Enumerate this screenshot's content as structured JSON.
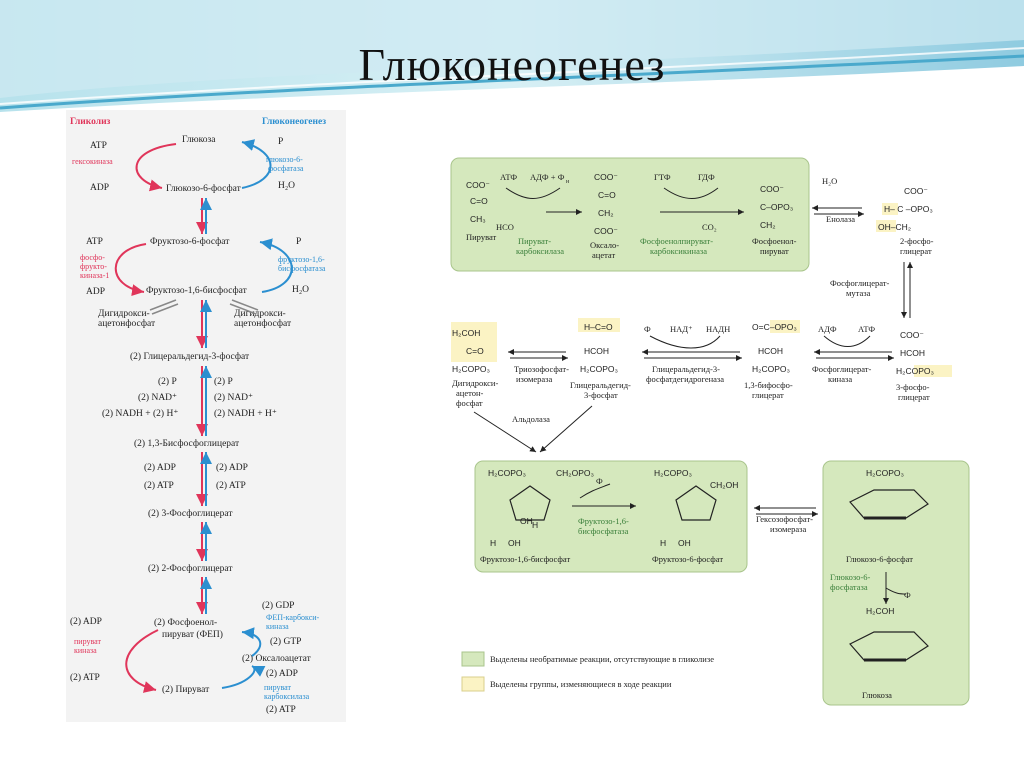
{
  "slide": {
    "title": "Глюконеогенез"
  },
  "left_scheme": {
    "header_glycolysis": "Гликолиз",
    "header_gluconeogenesis": "Глюконеогенез",
    "glucose": "Глюкоза",
    "glucose6p": "Глюкозо-6-фосфат",
    "fructose6p": "Фруктозо-6-фосфат",
    "fructose16bp": "Фруктозо-1,6-бисфосфат",
    "dhap_left": "Дигидрокси-",
    "dhap_left2": "ацетонфосфат",
    "dhap_right": "Дигидрокси-",
    "dhap_right2": "ацетонфосфат",
    "g3p": "(2) Глицеральдегид-3-фосфат",
    "bpg": "(2) 1,3-Бисфосфоглицерат",
    "pg3": "(2) 3-Фосфоглицерат",
    "pg2": "(2) 2-Фосфоглицерат",
    "pep1": "(2) Фосфоенол-",
    "pep2": "пируват (ФЕП)",
    "oaa": "(2) Оксалоацетат",
    "pyruvate": "(2) Пируват",
    "atp": "ATP",
    "adp": "ADP",
    "pi": "P",
    "h2o": "H₂O",
    "hexokinase": "гексокиназа",
    "g6pase1": "глюкозо-6-",
    "g6pase2": "фосфатаза",
    "pfk1": "фосфо-",
    "pfk2": "фрукто-",
    "pfk3": "киназа-1",
    "fbpase1": "фруктозо-1,6-",
    "fbpase2": "бисфосфатаза",
    "two_pi": "(2) P",
    "two_nad": "(2) NAD⁺",
    "two_nadh": "(2) NADH + (2) H⁺",
    "two_nadh_r": "(2) NADH + H⁺",
    "two_adp": "(2) ADP",
    "two_atp": "(2) ATP",
    "two_gdp": "(2) GDP",
    "two_gtp": "(2) GTP",
    "pepck1": "ФЕП-карбокси-",
    "pepck2": "киназа",
    "pk1": "пируват",
    "pk2": "киназа",
    "pc1": "пируват",
    "pc2": "карбоксилаза"
  },
  "right_scheme": {
    "pyruvate": "Пируват",
    "oaa1": "Оксало-",
    "oaa2": "ацетат",
    "pep1": "Фосфоенол-",
    "pep2": "пируват",
    "pg2_1": "2-фосфо-",
    "pg2_2": "глицерат",
    "pg3_1": "3-фосфо-",
    "pg3_2": "глицерат",
    "bpg1": "1,3-бифосфо-",
    "bpg2": "глицерат",
    "gap1": "Глицеральдегид-",
    "gap2": "3-фосфат",
    "dhap1": "Дигидрокси-",
    "dhap2": "ацетон-",
    "dhap3": "фосфат",
    "fbp": "Фруктозо-1,6-бисфосфат",
    "f6p": "Фруктозо-6-фосфат",
    "g6p": "Глюкозо-6-фосфат",
    "glucose": "Глюкоза",
    "atf": "АТФ",
    "adf_fn": "АДФ + Ф",
    "n_sub": "н",
    "gtf": "ГТФ",
    "gdf": "ГДФ",
    "hco3": "HCO",
    "co2": "CO₂",
    "h2o": "H₂O",
    "pc1": "Пируват-",
    "pc2": "карбоксилаза",
    "pepck1": "Фосфоенолпируват-",
    "pepck2": "карбоксикиназа",
    "enolase": "Енолаза",
    "pgm1": "Фосфоглицерат-",
    "pgm2": "мутаза",
    "pgk1": "Фосфоглицерат-",
    "pgk2": "киназа",
    "adf": "АДФ",
    "atf2": "АТФ",
    "nad": "НАД⁺",
    "nadh": "НАДН",
    "fn": "Ф",
    "gapdh1": "Глицеральдегид-3-",
    "gapdh2": "фосфатдегидрогеназа",
    "tpi1": "Триозофосфат-",
    "tpi2": "изомераза",
    "aldolase": "Альдолаза",
    "fbpase1": "Фруктозо-1,6-",
    "fbpase2": "бисфосфатаза",
    "gpi1": "Гексозофосфат-",
    "gpi2": "изомераза",
    "g6pase1": "Глюкозо-6-",
    "g6pase2": "фосфатаза",
    "legend_green": "Выделены необратимые реакции, отсутствующие в гликолизе",
    "legend_yellow": "Выделены группы, изменяющиеся в ходе реакции"
  },
  "colors": {
    "glycolysis": "#e0355a",
    "gluconeogenesis": "#2b8fd0",
    "green_box": "#d5e8bd",
    "yellow_box": "#fbf3c4"
  }
}
